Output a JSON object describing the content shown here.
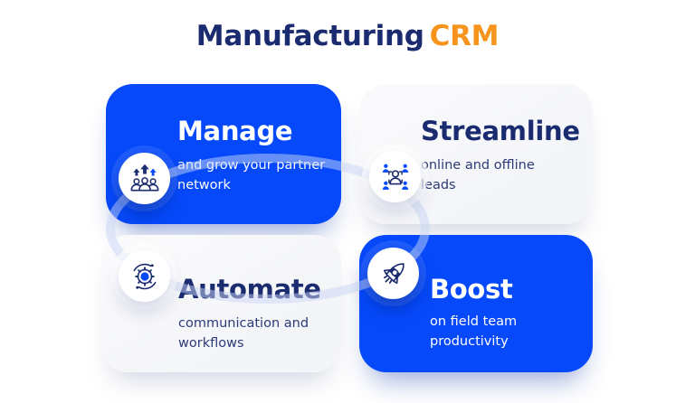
{
  "header": {
    "title_primary": "Manufacturing",
    "title_accent": "CRM"
  },
  "cards": [
    {
      "id": "manage",
      "title": "Manage",
      "description": "and grow your partner network",
      "variant": "blue",
      "icon": "partner-growth-icon"
    },
    {
      "id": "streamline",
      "title": "Streamline",
      "description": "online and offline leads",
      "variant": "light",
      "icon": "lead-capture-icon"
    },
    {
      "id": "automate",
      "title": "Automate",
      "description": "communication and workflows",
      "variant": "light",
      "icon": "automation-gear-icon"
    },
    {
      "id": "boost",
      "title": "Boost",
      "description": "on field team productivity",
      "variant": "blue",
      "icon": "rocket-icon"
    }
  ],
  "colors": {
    "accent-blue": "#0549FB",
    "accent-orange": "#F7941D",
    "navy": "#1B2B6F",
    "card-light": "#F4F5F8",
    "arc": "#C9D6F5"
  }
}
